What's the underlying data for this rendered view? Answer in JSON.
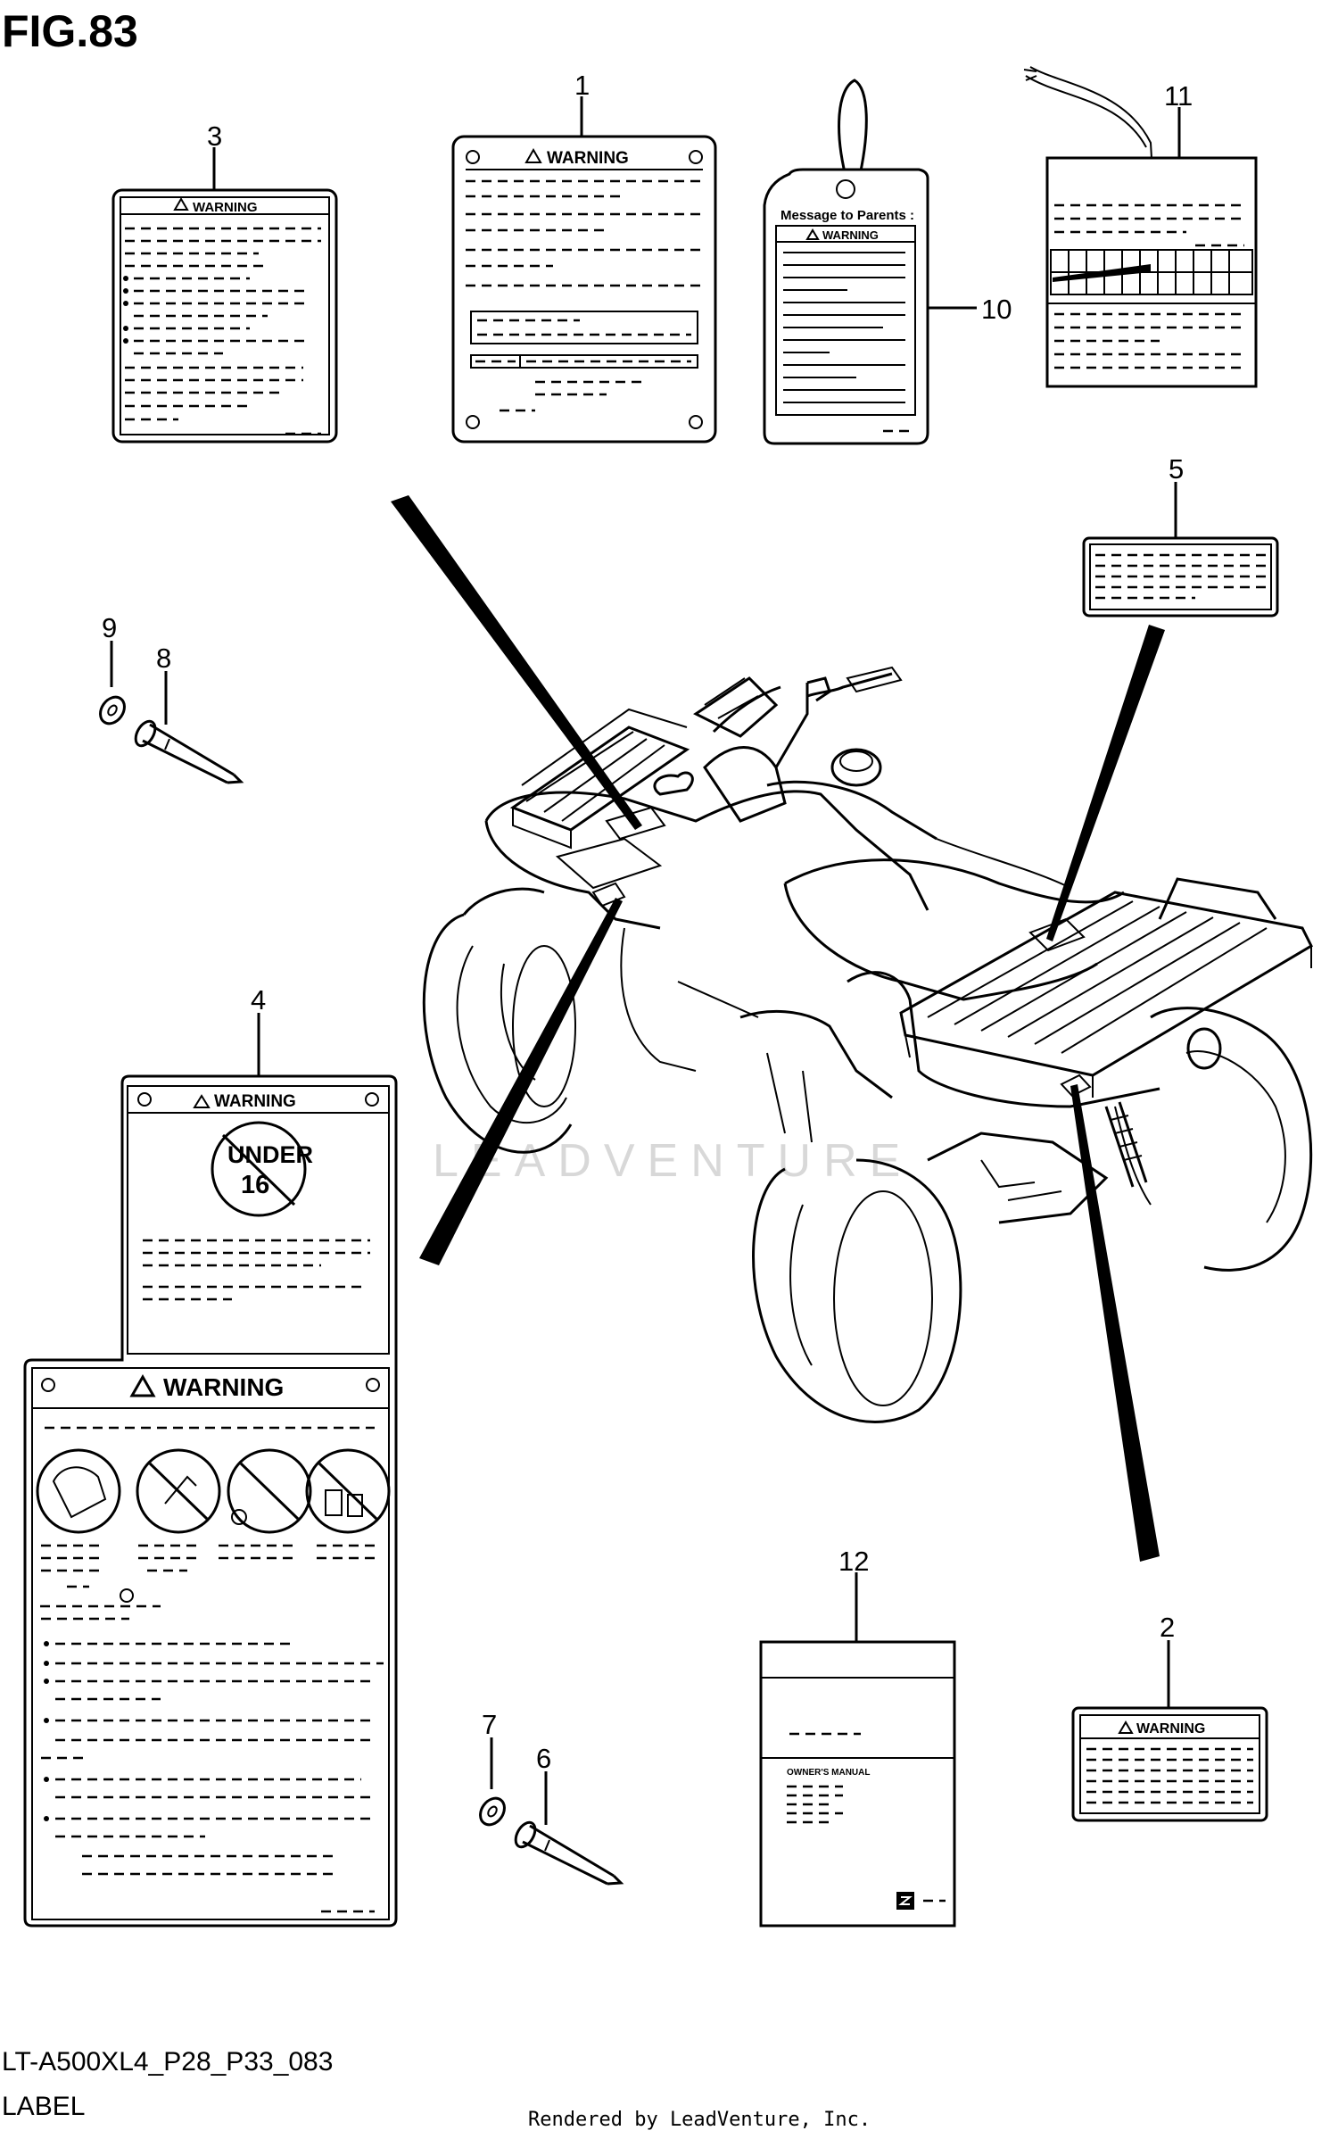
{
  "figure": {
    "title": "FIG.83"
  },
  "footer": {
    "model_code": "LT-A500XL4_P28_P33_083",
    "section": "LABEL",
    "credit": "Rendered by LeadVenture, Inc."
  },
  "watermark": {
    "text": "LEADVENTURE"
  },
  "callouts": {
    "c1": "1",
    "c2": "2",
    "c3": "3",
    "c4": "4",
    "c5": "5",
    "c6": "6",
    "c7": "7",
    "c8": "8",
    "c9": "9",
    "c10": "10",
    "c11": "11",
    "c12": "12"
  },
  "labels": {
    "warning": "WARNING",
    "message_to_parents": "Message  to  Parents :",
    "under": "UNDER",
    "age": "16",
    "owners_manual": "OWNER'S MANUAL"
  }
}
